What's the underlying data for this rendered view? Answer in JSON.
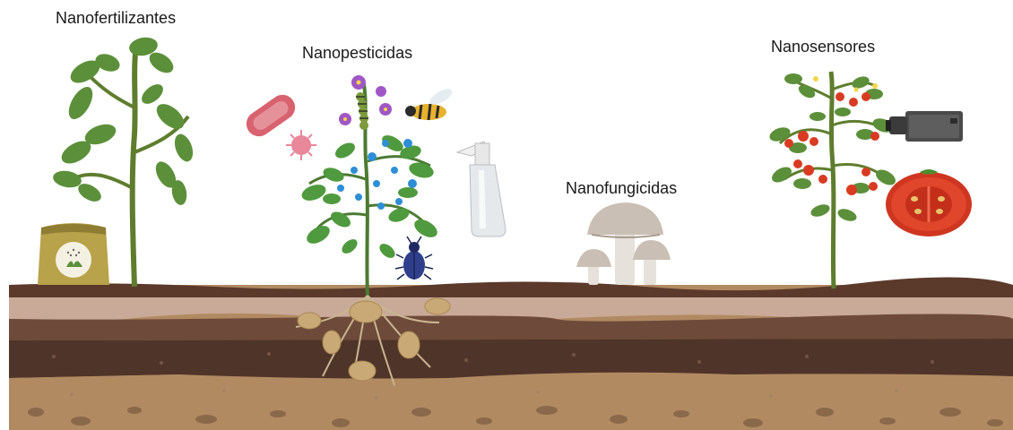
{
  "labels": {
    "fertilizers": "Nanofertilizantes",
    "pesticides": "Nanopesticidas",
    "fungicides": "Nanofungicidas",
    "sensors": "Nanosensores"
  },
  "colors": {
    "soil_topsoil": "#5b3a2c",
    "soil_light": "#c9aa98",
    "soil_mid": "#6e4a3a",
    "soil_dark": "#4f3429",
    "soil_sand": "#b28a62",
    "leaf": "#5c8f3a",
    "tomato": "#d93b22",
    "bacterium": "#d8626f",
    "nanoparticle": "#2e8fd6",
    "flower": "#a057c6"
  },
  "icons": [
    "tomato-plant-icon",
    "fertilizer-bag-icon",
    "potato-plant-icon",
    "bacterium-icon",
    "virus-icon",
    "caterpillar-icon",
    "wasp-icon",
    "beetle-icon",
    "spray-bottle-icon",
    "mushroom-icon",
    "camera-icon",
    "sliced-tomato-icon"
  ]
}
